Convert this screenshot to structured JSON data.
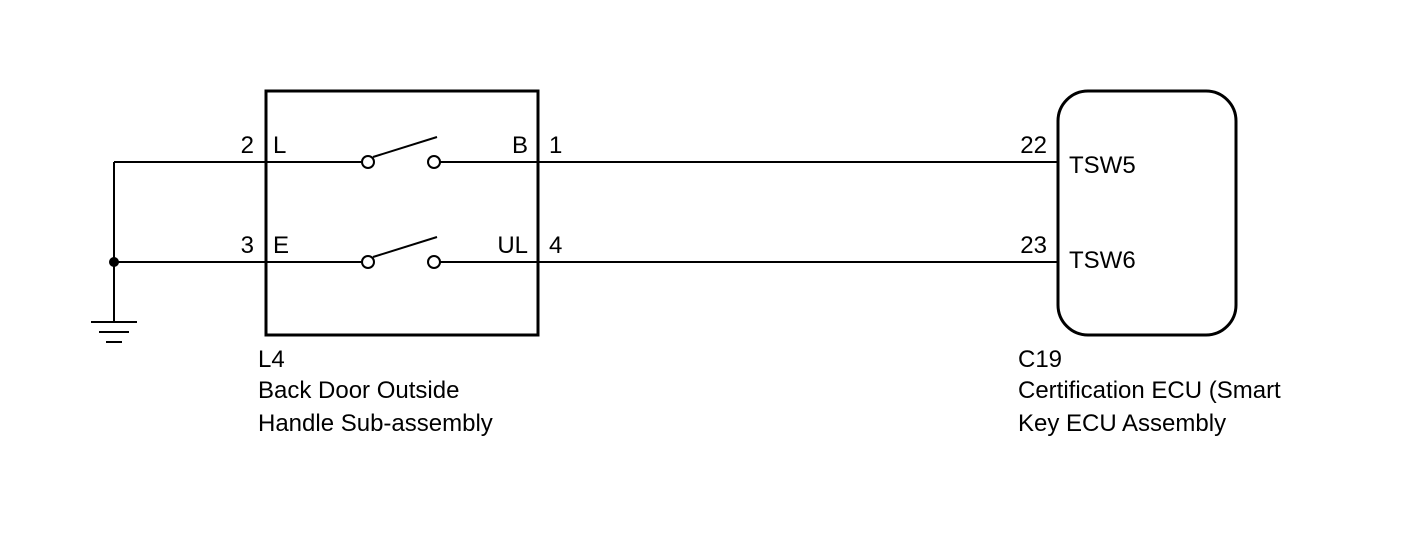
{
  "components": {
    "switch": {
      "code": "L4",
      "name_line1": "Back Door Outside",
      "name_line2": "Handle Sub-assembly",
      "pins": {
        "left_top_number": "2",
        "left_top_name": "L",
        "left_bottom_number": "3",
        "left_bottom_name": "E",
        "right_top_name": "B",
        "right_top_number": "1",
        "right_bottom_name": "UL",
        "right_bottom_number": "4"
      }
    },
    "ecu": {
      "code": "C19",
      "name_line1": "Certification ECU (Smart",
      "name_line2": "Key ECU Assembly",
      "pins": {
        "top_number": "22",
        "top_name": "TSW5",
        "bottom_number": "23",
        "bottom_name": "TSW6"
      }
    }
  },
  "symbols": [
    "ground-icon",
    "switch-icon",
    "junction-dot-icon"
  ]
}
